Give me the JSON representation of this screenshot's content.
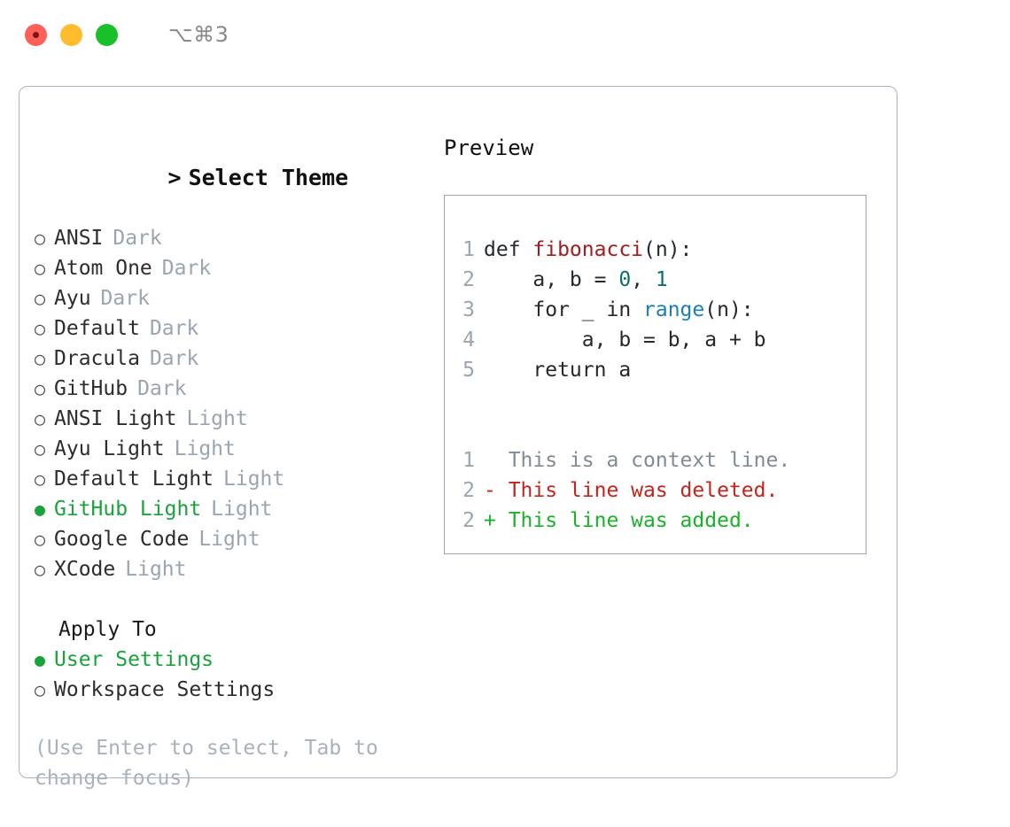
{
  "titlebar": {
    "shortcut": "⌥⌘3",
    "buttons": [
      {
        "name": "close",
        "color": "#ff6058"
      },
      {
        "name": "minimize",
        "color": "#ffbd2e"
      },
      {
        "name": "zoom",
        "color": "#1ac02a"
      }
    ]
  },
  "theme_picker": {
    "caret": ">",
    "heading": "Select Theme",
    "bullet_on": "●",
    "bullet_off": "○",
    "selected_color": "#1aa33c",
    "items": [
      {
        "label": "ANSI",
        "tag": "Dark",
        "selected": false
      },
      {
        "label": "Atom One",
        "tag": "Dark",
        "selected": false
      },
      {
        "label": "Ayu",
        "tag": "Dark",
        "selected": false
      },
      {
        "label": "Default",
        "tag": "Dark",
        "selected": false
      },
      {
        "label": "Dracula",
        "tag": "Dark",
        "selected": false
      },
      {
        "label": "GitHub",
        "tag": "Dark",
        "selected": false
      },
      {
        "label": "ANSI Light",
        "tag": "Light",
        "selected": false
      },
      {
        "label": "Ayu Light",
        "tag": "Light",
        "selected": false
      },
      {
        "label": "Default Light",
        "tag": "Light",
        "selected": false
      },
      {
        "label": "GitHub Light",
        "tag": "Light",
        "selected": true
      },
      {
        "label": "Google Code",
        "tag": "Light",
        "selected": false
      },
      {
        "label": "XCode",
        "tag": "Light",
        "selected": false
      }
    ]
  },
  "apply_to": {
    "title": "Apply To",
    "items": [
      {
        "label": "User Settings",
        "selected": true
      },
      {
        "label": "Workspace Settings",
        "selected": false
      }
    ]
  },
  "hint": "(Use Enter to select, Tab to change focus)",
  "preview": {
    "title": "Preview",
    "code": [
      {
        "lineno": "1",
        "segments": [
          {
            "text": "def ",
            "cls": "tok-plain"
          },
          {
            "text": "fibonacci",
            "cls": "tok-fn"
          },
          {
            "text": "(n):",
            "cls": "tok-plain"
          }
        ]
      },
      {
        "lineno": "2",
        "segments": [
          {
            "text": "    a, b = ",
            "cls": "tok-plain"
          },
          {
            "text": "0",
            "cls": "tok-num"
          },
          {
            "text": ", ",
            "cls": "tok-plain"
          },
          {
            "text": "1",
            "cls": "tok-num"
          }
        ]
      },
      {
        "lineno": "3",
        "segments": [
          {
            "text": "    for _ in ",
            "cls": "tok-plain"
          },
          {
            "text": "range",
            "cls": "tok-call"
          },
          {
            "text": "(n):",
            "cls": "tok-plain"
          }
        ]
      },
      {
        "lineno": "4",
        "segments": [
          {
            "text": "        a, b = b, a + b",
            "cls": "tok-plain"
          }
        ]
      },
      {
        "lineno": "5",
        "segments": [
          {
            "text": "    return a",
            "cls": "tok-plain"
          }
        ]
      }
    ],
    "diff": [
      {
        "lineno": "1",
        "marker": " ",
        "text": "  This is a context line.",
        "cls": "diff-ctx"
      },
      {
        "lineno": "2",
        "marker": "-",
        "text": "- This line was deleted.",
        "cls": "diff-del"
      },
      {
        "lineno": "2",
        "marker": "+",
        "text": "+ This line was added.",
        "cls": "diff-add"
      }
    ]
  }
}
